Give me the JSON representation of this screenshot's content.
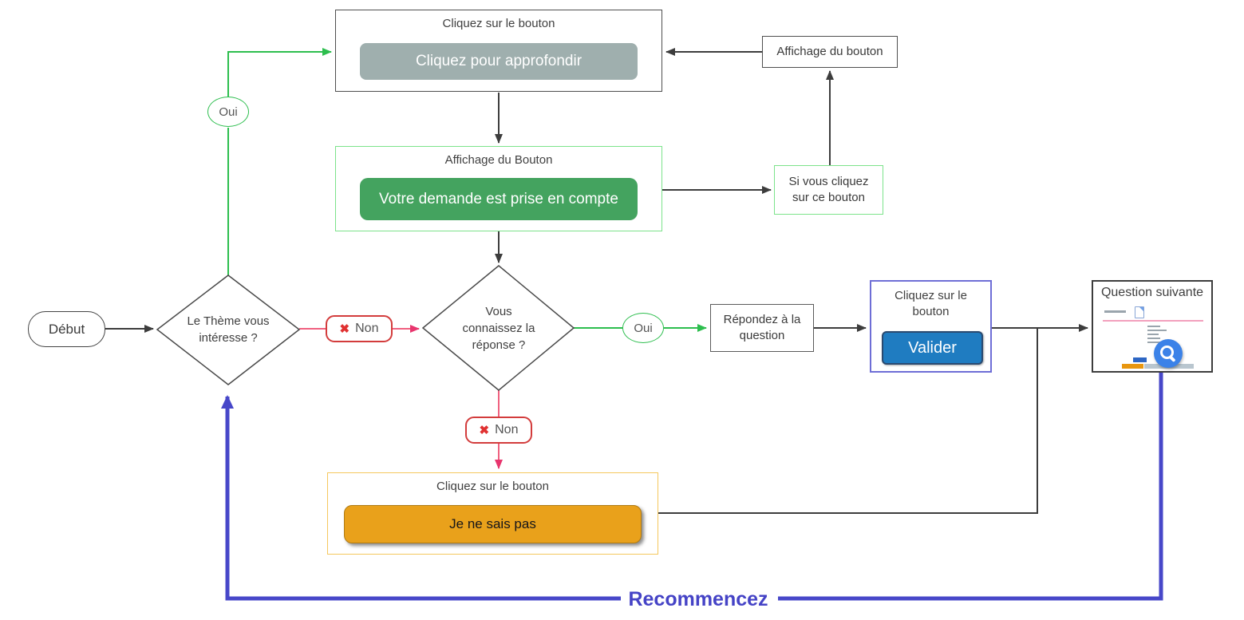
{
  "flow": {
    "start": "Début",
    "decision_theme": "Le Thème vous intéresse ?",
    "decision_answer": "Vous connaissez la réponse ?",
    "top_box": {
      "title": "Cliquez sur le bouton",
      "button": "Cliquez pour approfondir"
    },
    "affichage_box": "Affichage du bouton",
    "demande_box": {
      "title": "Affichage du Bouton",
      "button": "Votre demande est prise en compte"
    },
    "sivous_box": "Si vous cliquez sur ce bouton",
    "repondez_box": "Répondez à la question",
    "valider_box": {
      "title": "Cliquez sur le bouton",
      "button": "Valider"
    },
    "question_box": {
      "title": "Question suivante"
    },
    "idk_box": {
      "title": "Cliquez sur le bouton",
      "button": "Je ne sais pas"
    },
    "yes_label": "Oui",
    "no_label": "Non",
    "restart_label": "Recommencez"
  },
  "icons": {
    "x": "✖",
    "magnifier": "magnifier-in-blue-circle"
  },
  "colors": {
    "button_gray": "#9fafae",
    "button_green": "#44a35f",
    "button_blue": "#1f7cc1",
    "button_orange": "#e9a11b",
    "border_green": "#7ce38b",
    "border_purple": "#6e6ed6",
    "border_orange": "#f5c85d",
    "border_red": "#d33c3c",
    "line_dark": "#3d3d3d",
    "line_green": "#2dbe4e",
    "line_pink": "#f0607f",
    "arrow_pink": "#e8356e",
    "loop_blue": "#4747c9",
    "restart_text": "#4543c6"
  }
}
